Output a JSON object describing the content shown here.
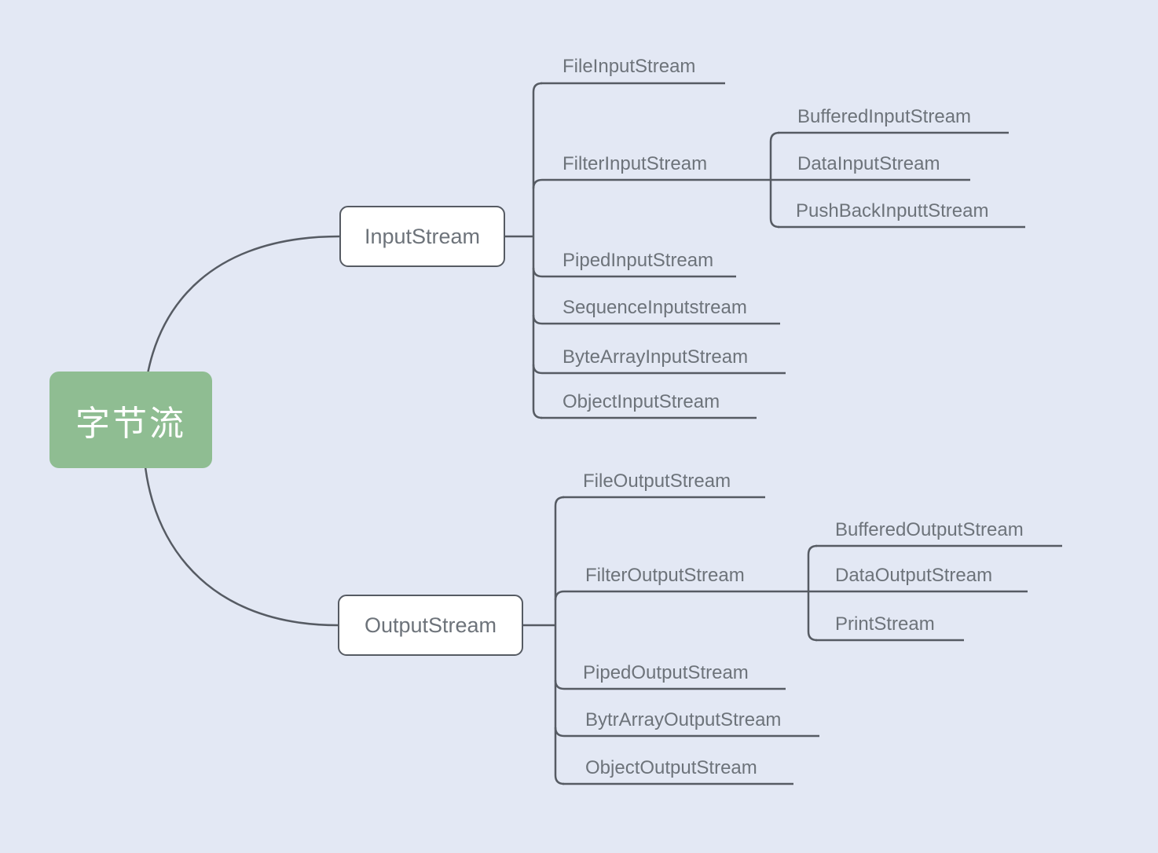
{
  "root": {
    "label": "字节流"
  },
  "input": {
    "label": "InputStream",
    "children": {
      "file": "FileInputStream",
      "filter": "FilterInputStream",
      "piped": "PipedInputStream",
      "sequence": "SequenceInputstream",
      "byte_array": "ByteArrayInputStream",
      "object": "ObjectInputStream"
    },
    "filter_children": {
      "buffered": "BufferedInputStream",
      "data": "DataInputStream",
      "pushback": "PushBackInputtStream"
    }
  },
  "output": {
    "label": "OutputStream",
    "children": {
      "file": "FileOutputStream",
      "filter": "FilterOutputStream",
      "piped": "PipedOutputStream",
      "byte_array": "BytrArrayOutputStream",
      "object": "ObjectOutputStream"
    },
    "filter_children": {
      "buffered": "BufferedOutputStream",
      "data": "DataOutputStream",
      "print": "PrintStream"
    }
  },
  "colors": {
    "background": "#e3e8f4",
    "root_fill": "#8fbd92",
    "root_text": "#ffffff",
    "line": "#565b63",
    "node_fill": "#ffffff",
    "node_border": "#565b63",
    "label_text": "#6d737a"
  }
}
